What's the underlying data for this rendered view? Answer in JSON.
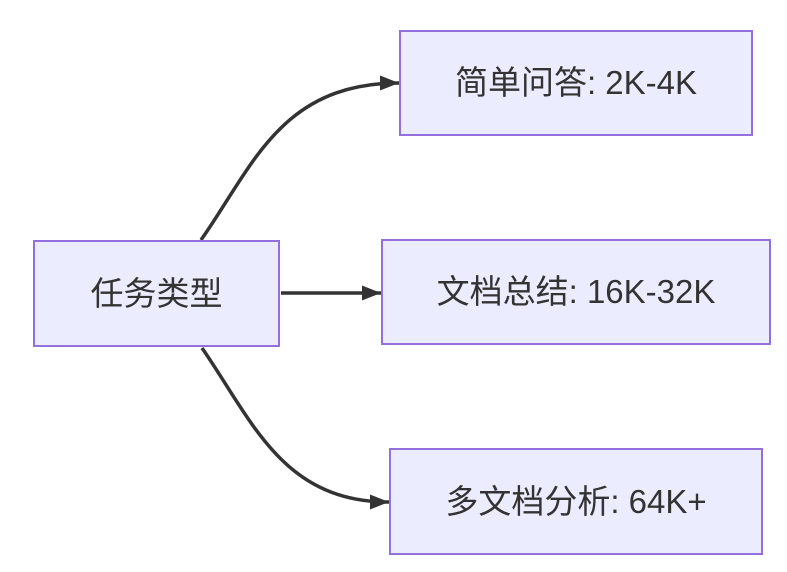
{
  "diagram": {
    "type": "flowchart",
    "direction": "left-to-right",
    "root": {
      "id": "task-type",
      "label": "任务类型"
    },
    "branches": [
      {
        "id": "simple-qa",
        "label": "简单问答: 2K-4K"
      },
      {
        "id": "doc-summary",
        "label": "文档总结: 16K-32K"
      },
      {
        "id": "multi-doc-analysis",
        "label": "多文档分析: 64K+"
      }
    ],
    "edges": [
      {
        "from": "任务类型",
        "to": "简单问答: 2K-4K"
      },
      {
        "from": "任务类型",
        "to": "文档总结: 16K-32K"
      },
      {
        "from": "任务类型",
        "to": "多文档分析: 64K+"
      }
    ],
    "colors": {
      "node_fill": "#ECECFF",
      "node_border": "#9370DB",
      "edge": "#333333",
      "text": "#333333",
      "background": "#FFFFFF"
    }
  }
}
